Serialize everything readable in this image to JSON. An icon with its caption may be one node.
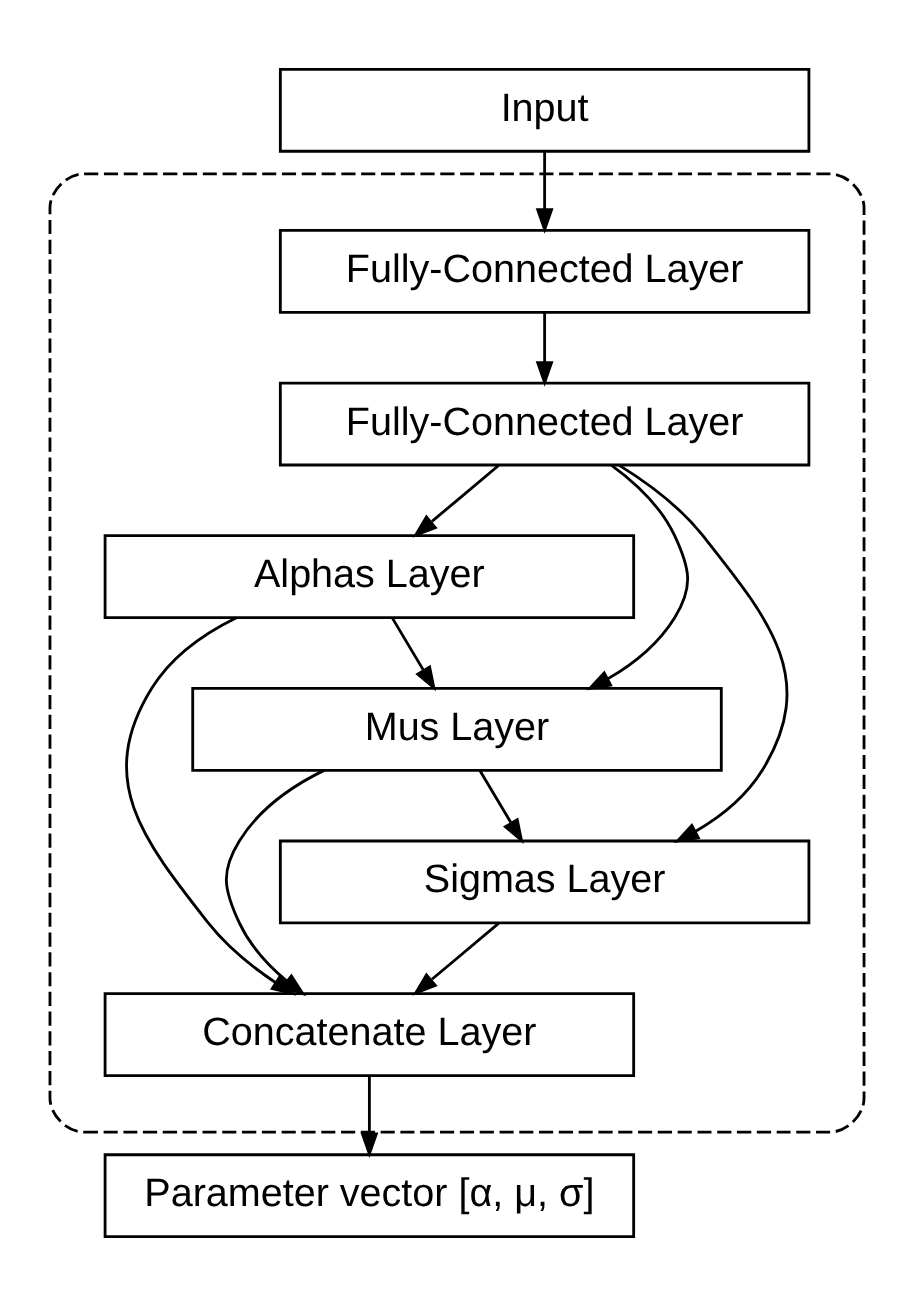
{
  "diagram": {
    "nodes": [
      {
        "text": [
          "Input"
        ]
      },
      {
        "text": [],
        "shape": "box"
      },
      {
        "text": [
          "Fully-Connected Layer"
        ],
        "in": 1
      },
      {
        "text": [
          "Fully-Connected Layer"
        ],
        "in": 1
      },
      {
        "text": [
          "Alphas Layer"
        ],
        "in": 1
      },
      {
        "text": [
          "Mus Layer"
        ],
        "in": 1
      },
      {
        "text": [
          "Sigmas Layer"
        ],
        "in": 1
      },
      {
        "text": [
          "Concatenate Layer"
        ],
        "in": 1
      },
      {
        "text": [
          "Parameter vector [α, μ, σ]"
        ]
      }
    ],
    "edges": [
      {
        "from": 0,
        "to": 2,
        "arrow": "to"
      },
      {
        "from": 2,
        "to": 3,
        "arrow": "to"
      },
      {
        "from": 3,
        "to": 4,
        "arrow": "to"
      },
      {
        "from": 3,
        "to": 5,
        "arrow": "to"
      },
      {
        "from": 3,
        "to": 6,
        "arrow": "to"
      },
      {
        "from": 4,
        "to": 5,
        "arrow": "to"
      },
      {
        "from": 5,
        "to": 6,
        "arrow": "to"
      },
      {
        "from": 4,
        "to": 7,
        "arrow": "to"
      },
      {
        "from": 5,
        "to": 7,
        "arrow": "to"
      },
      {
        "from": 6,
        "to": 7,
        "arrow": "to"
      },
      {
        "from": 7,
        "to": 8,
        "arrow": "to"
      }
    ]
  }
}
